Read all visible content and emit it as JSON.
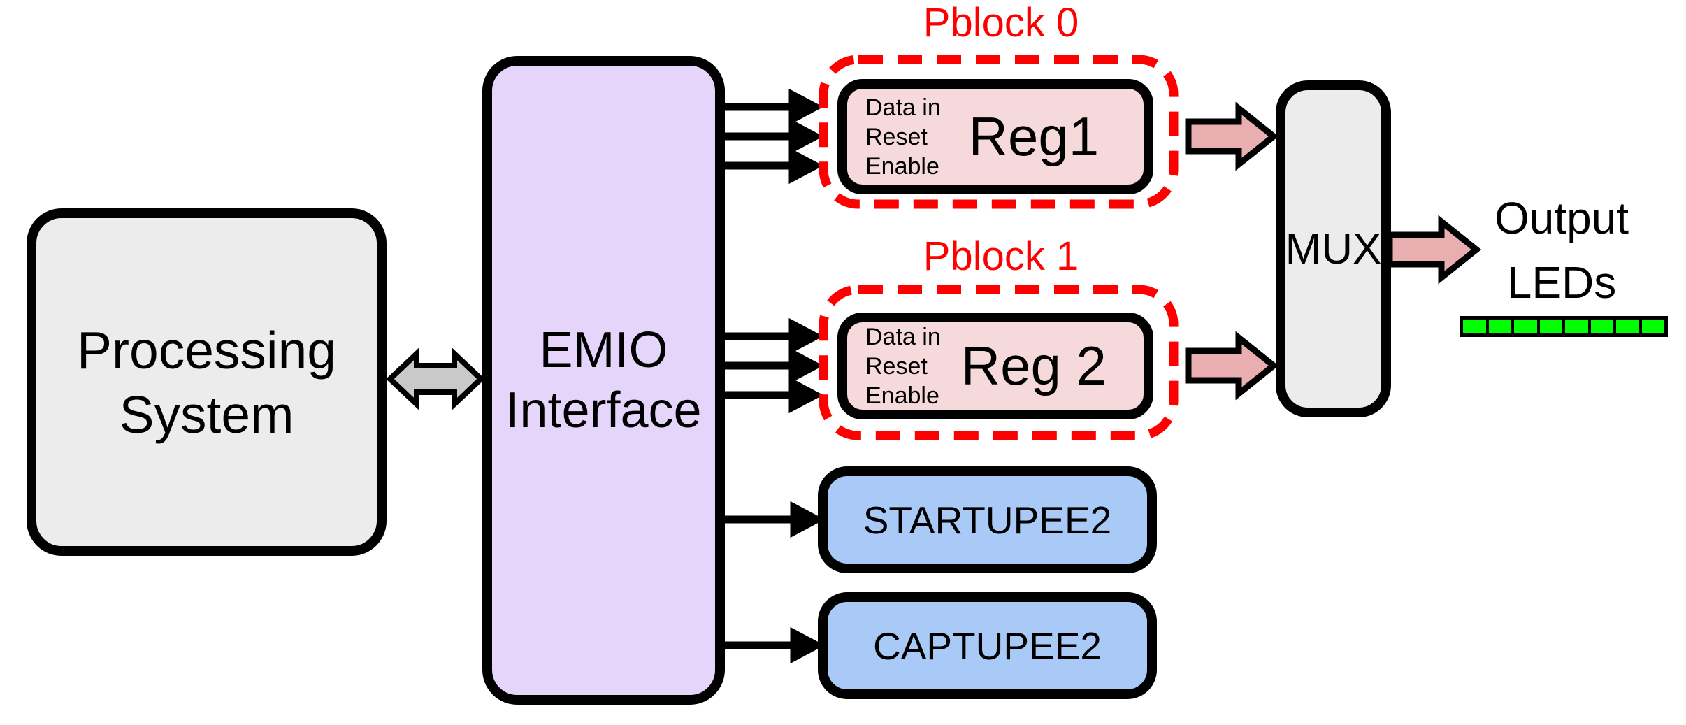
{
  "diagram": {
    "processing_system": {
      "line1": "Processing",
      "line2": "System"
    },
    "emio_interface": {
      "line1": "EMIO",
      "line2": "Interface"
    },
    "pblock0": {
      "title": "Pblock 0",
      "reg_name": "Reg1",
      "ports": [
        "Data in",
        "Reset",
        "Enable"
      ]
    },
    "pblock1": {
      "title": "Pblock 1",
      "reg_name": "Reg 2",
      "ports": [
        "Data in",
        "Reset",
        "Enable"
      ]
    },
    "startup_block": {
      "label": "STARTUPEE2"
    },
    "capture_block": {
      "label": "CAPTUPEE2"
    },
    "mux": {
      "label": "MUX"
    },
    "output_leds": {
      "line1": "Output",
      "line2": "LEDs",
      "led_count": 8
    },
    "colors": {
      "box_gray": "#ECECEC",
      "emio_purple": "#E5D5FB",
      "reg_pink": "#F5D9DB",
      "block_blue": "#A9C9F7",
      "pblock_red": "#FF0000",
      "arrow_pink": "#E9AEB0",
      "arrow_gray": "#C9C9C9",
      "led_green": "#00FF00",
      "outline_black": "#000000"
    }
  }
}
